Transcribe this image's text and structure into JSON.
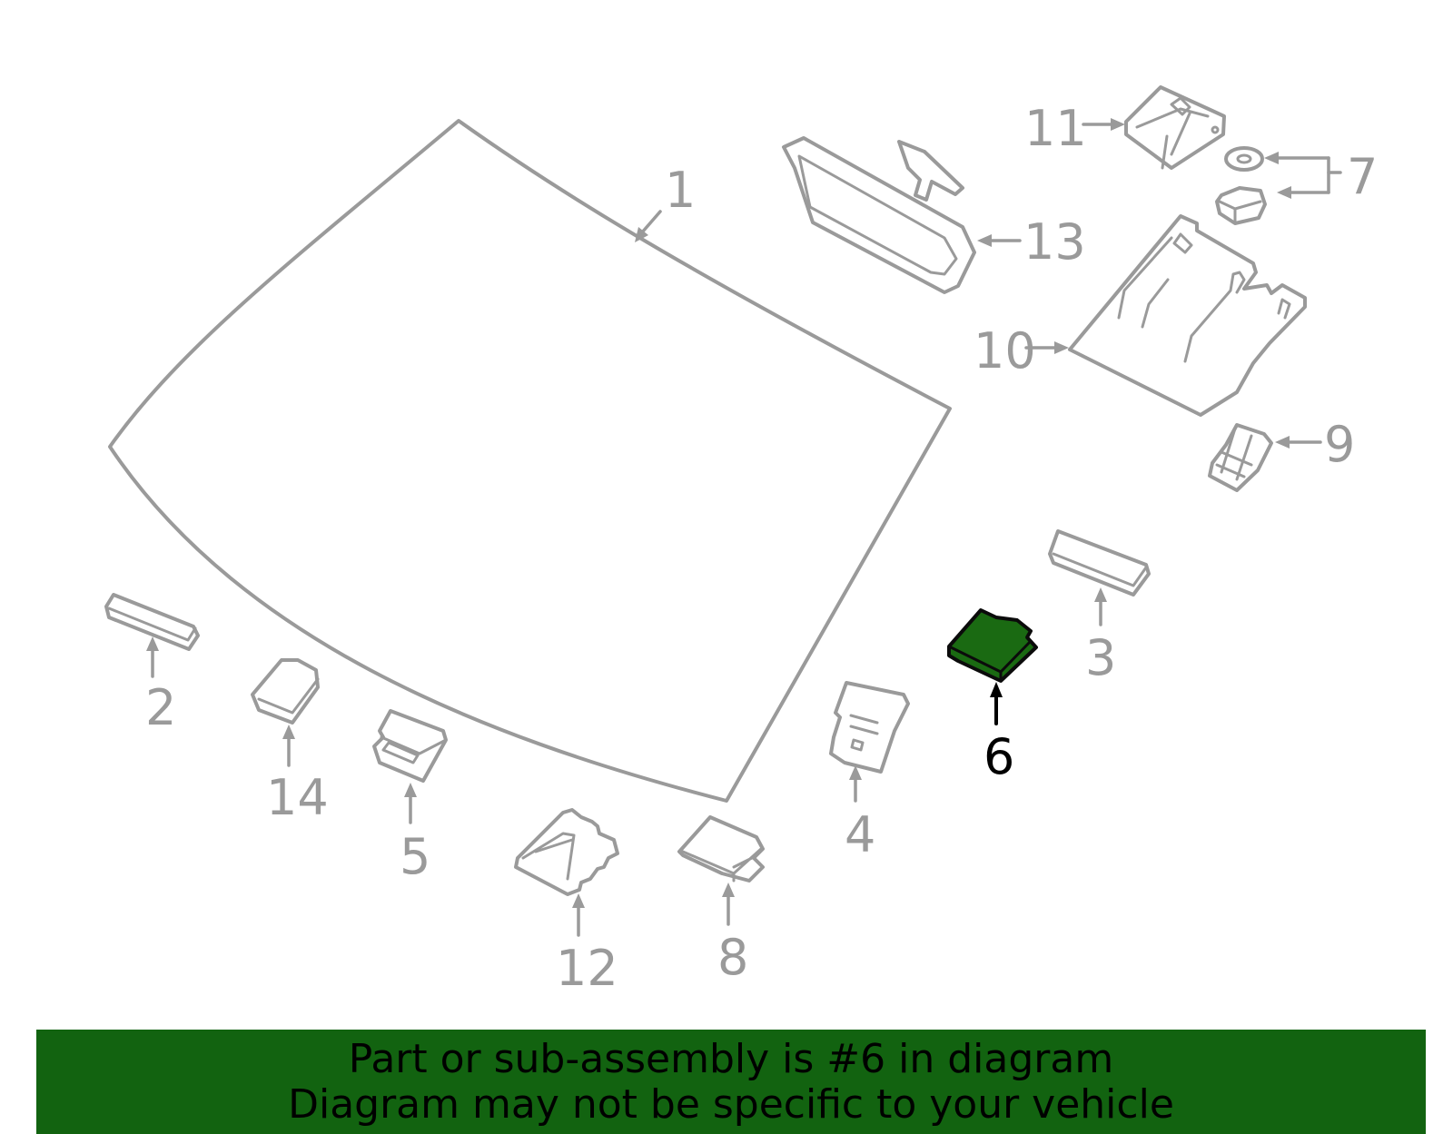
{
  "callouts": {
    "c1": "1",
    "c2": "2",
    "c3": "3",
    "c4": "4",
    "c5": "5",
    "c6": "6",
    "c7": "7",
    "c8": "8",
    "c9": "9",
    "c10": "10",
    "c11": "11",
    "c12": "12",
    "c13": "13",
    "c14": "14"
  },
  "highlighted_part": "6",
  "banner": {
    "line1": "Part or sub-assembly is #6 in diagram",
    "line2": "Diagram may not be specific to your vehicle"
  },
  "colors": {
    "line_gray": "#9a9a9a",
    "highlight_green": "#1a6a12",
    "banner_green": "#126310",
    "text_black": "#000000"
  }
}
